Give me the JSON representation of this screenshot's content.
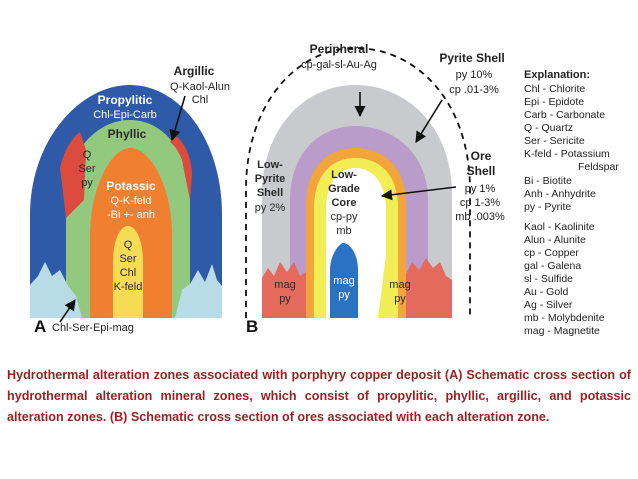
{
  "colors": {
    "propylitic": "#2f5aa8",
    "phyllic": "#93c97f",
    "potassic": "#f07f2f",
    "qser": "#f6dc54",
    "argillic_red": "#dd4a3e",
    "base_blue": "#b7dce8",
    "peripheral_gray": "#c9cacd",
    "lowpyrite_purple": "#b99cc9",
    "orange_shell": "#f2a53a",
    "yellow_shell": "#f1ee55",
    "core_white": "#ffffff",
    "mag_blue": "#2c72c2",
    "mag_red": "#e36a5d",
    "caption": "#9e1f1f"
  },
  "panel_a": {
    "label": "A",
    "argillic": [
      "Argillic",
      "Q-Kaol-Alun",
      "Chl"
    ],
    "propylitic": [
      "Propylitic",
      "Chl-Epi-Carb"
    ],
    "phyllic": "Phyllic",
    "q_ser_py": [
      "Q",
      "Ser",
      "py"
    ],
    "potassic": [
      "Potassic",
      "Q-K-feld",
      "-Bi +- anh"
    ],
    "core": [
      "Q",
      "Ser",
      "Chl",
      "K-feld"
    ],
    "base": "Chl-Ser-Epi-mag"
  },
  "panel_b": {
    "label": "B",
    "peripheral": [
      "Peripheral",
      "cp-gal-sl-Au-Ag"
    ],
    "pyrite_shell": [
      "Pyrite Shell",
      "py 10%",
      "cp .01-3%"
    ],
    "ore_shell": [
      "Ore",
      "Shell",
      "py 1%",
      "cp 1-3%",
      "mb .003%"
    ],
    "low_pyrite": [
      "Low-",
      "Pyrite",
      "Shell",
      "py 2%"
    ],
    "low_grade": [
      "Low-",
      "Grade",
      "Core",
      "cp-py",
      "mb"
    ],
    "mag_left": [
      "mag",
      "py"
    ],
    "mag_center": [
      "mag",
      "py"
    ],
    "mag_right": [
      "mag",
      "py"
    ]
  },
  "explanation": {
    "title": "Explanation:",
    "lines": [
      "Chl - Chlorite",
      "Epi - Epidote",
      "Carb - Carbonate",
      "Q - Quartz",
      "Ser - Sericite",
      "K-feld - Potassium",
      "Feldspar",
      "Bi - Biotite",
      "Anh - Anhydrite",
      "py - Pyrite",
      "Kaol - Kaolinite",
      "Alun - Alunite",
      "cp - Copper",
      "gal - Galena",
      "sl - Sulfide",
      "Au - Gold",
      "Ag - Silver",
      "mb - Molybdenite",
      "mag - Magnetite"
    ]
  },
  "caption": "Hydrothermal alteration zones associated with porphyry copper deposit (A) Schematic cross section of hydrothermal alteration mineral zones, which consist of propylitic, phyllic, argillic, and potassic alteration zones. (B) Schematic cross section of ores associated with each alteration zone."
}
